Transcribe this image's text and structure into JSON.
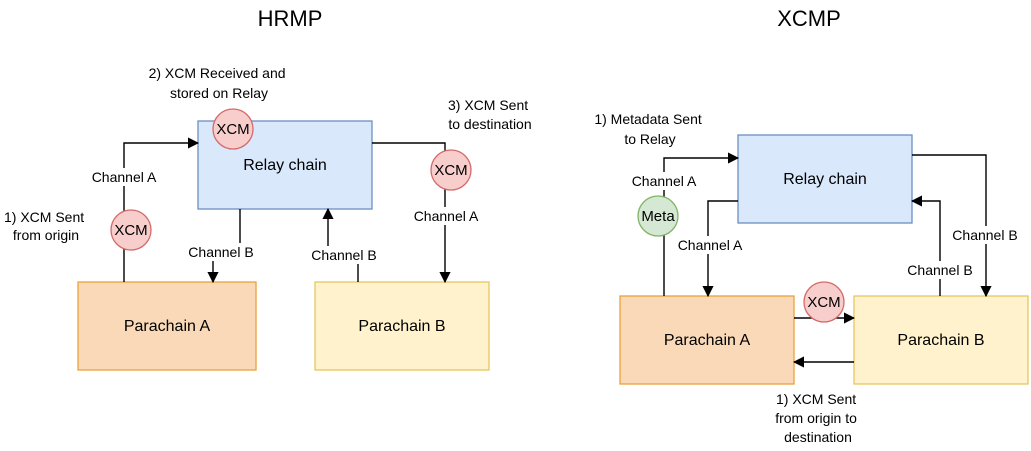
{
  "hrmp": {
    "title": "HRMP",
    "relay_label": "Relay chain",
    "parachain_a_label": "Parachain A",
    "parachain_b_label": "Parachain B",
    "badge_xcm": "XCM",
    "step1": [
      "1) XCM Sent",
      "from origin"
    ],
    "step2": [
      "2) XCM Received and",
      "stored on Relay"
    ],
    "step3": [
      "3) XCM Sent",
      "to destination"
    ],
    "channel_a": "Channel A",
    "channel_b": "Channel B"
  },
  "xcmp": {
    "title": "XCMP",
    "relay_label": "Relay chain",
    "parachain_a_label": "Parachain A",
    "parachain_b_label": "Parachain B",
    "badge_meta": "Meta",
    "badge_xcm": "XCM",
    "step1_meta": [
      "1) Metadata Sent",
      "to Relay"
    ],
    "step1_xcm": [
      "1) XCM Sent",
      "from origin to",
      "destination"
    ],
    "channel_a": "Channel A",
    "channel_b": "Channel B"
  },
  "colors": {
    "relay_fill": "#dae8fc",
    "relay_stroke": "#6c8ebf",
    "parachain_a_fill": "#fad9b8",
    "parachain_a_stroke": "#e8a33b",
    "parachain_b_fill": "#fff2cc",
    "parachain_b_stroke": "#e6c560",
    "xcm_badge_fill": "#f8cecc",
    "xcm_badge_stroke": "#d46a6a",
    "meta_badge_fill": "#d5e8d4",
    "meta_badge_stroke": "#82b366"
  }
}
